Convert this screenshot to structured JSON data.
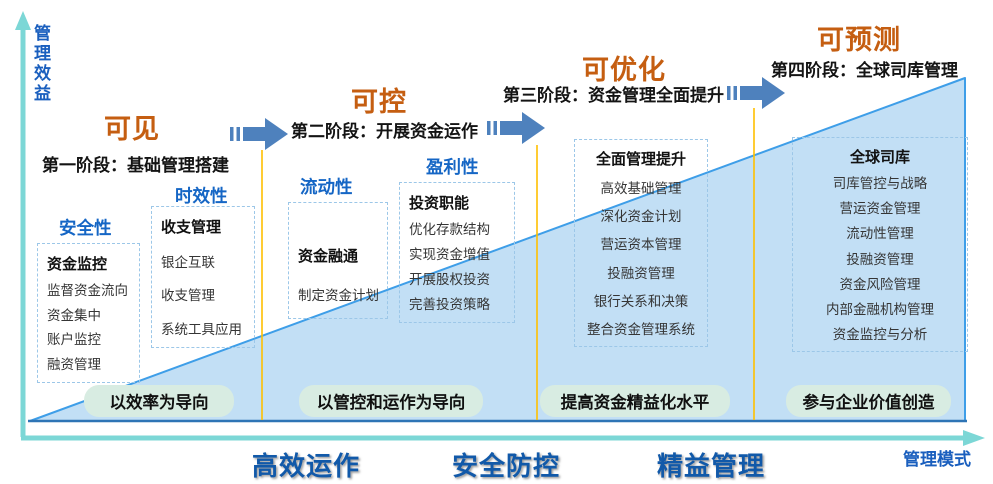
{
  "axes": {
    "y_label": "管理效益",
    "x_label": "管理模式"
  },
  "stages": [
    {
      "keyword": "可见",
      "title": "第一阶段：基础管理搭建",
      "pill": "以效率为导向",
      "groups": [
        {
          "header": "安全性",
          "box_title": "资金监控",
          "items": [
            "监督资金流向",
            "资金集中",
            "账户监控",
            "融资管理"
          ]
        },
        {
          "header": "时效性",
          "box_title": "收支管理",
          "items": [
            "银企互联",
            "收支管理",
            "系统工具应用"
          ]
        }
      ]
    },
    {
      "keyword": "可控",
      "title": "第二阶段：开展资金运作",
      "pill": "以管控和运作为导向",
      "groups": [
        {
          "header": "流动性",
          "box_title": "资金融通",
          "items": [
            "制定资金计划"
          ]
        },
        {
          "header": "盈利性",
          "box_title": "投资职能",
          "items": [
            "优化存款结构",
            "实现资金增值",
            "开展股权投资",
            "完善投资策略"
          ]
        }
      ]
    },
    {
      "keyword": "可优化",
      "title": "第三阶段：资金管理全面提升",
      "pill": "提高资金精益化水平",
      "groups": [
        {
          "header": "",
          "box_title": "全面管理提升",
          "items": [
            "高效基础管理",
            "深化资金计划",
            "营运资本管理",
            "投融资管理",
            "银行关系和决策",
            "整合资金管理系统"
          ]
        }
      ]
    },
    {
      "keyword": "可预测",
      "title": "第四阶段：全球司库管理",
      "pill": "参与企业价值创造",
      "groups": [
        {
          "header": "",
          "box_title": "全球司库",
          "items": [
            "司库管控与战略",
            "营运资金管理",
            "流动性管理",
            "投融资管理",
            "资金风险管理",
            "内部金融机构管理",
            "资金监控与分析"
          ]
        }
      ]
    }
  ],
  "bottom_words": [
    "高效运作",
    "安全防控",
    "精益管理"
  ],
  "colors": {
    "stage_keyword_orange": "#C55E11",
    "category_blue": "#1566C5",
    "arrow_blue": "#4E81BD",
    "divider_yellow": "#FFC000",
    "axis_teal": "#7CD7D6",
    "axis_label_blue": "#1A5FBE",
    "ramp_fill": "#B7D9F3",
    "ramp_stroke": "#3E9EE8",
    "ramp_base_stroke": "#2E74B5",
    "pill_bg": "#D8ECE2",
    "bottom_word_blue": "#1159A9"
  }
}
